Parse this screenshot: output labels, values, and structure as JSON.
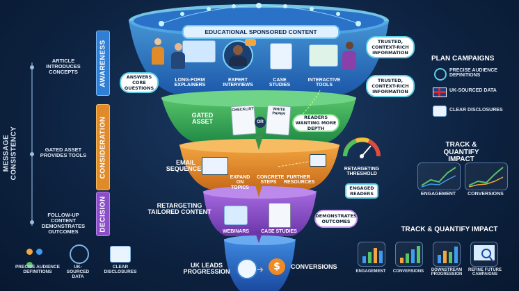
{
  "funnel": {
    "top_banner": "EDUCATIONAL SPONSORED CONTENT",
    "awareness_items": [
      "LONG-FORM EXPLAINERS",
      "EXPERT INTERVIEWS",
      "CASE STUDIES",
      "INTERACTIVE TOOLS"
    ],
    "consideration_title": "GATED ASSET",
    "consideration_items": [
      "CHECKLIST",
      "OR",
      "WHITE PAPER"
    ],
    "email_title": "EMAIL SEQUENCES",
    "email_items": [
      "EXPAND ON TOPICS",
      "CONCRETE STEPS",
      "FURTHER RESOURCES"
    ],
    "decision_title": "RETARGETING TAILORED CONTENT",
    "decision_items": [
      "WEBINARS",
      "CASE STUDIES"
    ],
    "bottom_title": "UK LEADS PROGRESSION",
    "bottom_result": "CONVERSIONS"
  },
  "bubbles": {
    "answers": "ANSWERS CORE QUESTIONS",
    "trusted1": "TRUSTED, CONTEXT-RICH INFORMATION",
    "trusted2": "TRUSTED, CONTEXT-RICH INFORMATION",
    "readers": "READERS WANTING MORE DEPTH",
    "engaged": "ENGAGED READERS",
    "demonstrates": "DEMONSTRATES OUTCOMES"
  },
  "retargeting_threshold": "RETARGETING THRESHOLD",
  "stages": [
    "AWARENESS",
    "CONSIDERATION",
    "DECISION"
  ],
  "left": {
    "vertical_label": "MESSAGE CONSISTENCY",
    "notes": [
      "ARTICLE INTRODUCES CONCEPTS",
      "GATED ASSET PROVIDES TOOLS",
      "FOLLOW-UP CONTENT DEMONSTRATES OUTCOMES"
    ],
    "bottom_icons": [
      "PRECISE AUDIENCE DEFINITIONS",
      "UK-SOURCED DATA",
      "CLEAR DISCLOSURES"
    ]
  },
  "right": {
    "plan_title": "PLAN CAMPAIGNS",
    "plan_items": [
      "PRECISE AUDIENCE DEFINITIONS",
      "UK-SOURCED DATA",
      "CLEAR DISCLOSURES"
    ],
    "track_title": "TRACK & QUANTIFY IMPACT",
    "track_charts": [
      "ENGAGEMENT",
      "CONVERSIONS"
    ],
    "track2_title": "TRACK & QUANTIFY IMPACT",
    "track2_items": [
      "ENGAGEMENT",
      "CONVERSIONS",
      "DOWNSTREAM PROGRESSION",
      "REFINE FUTURE CAMPAIGNS"
    ]
  },
  "colors": {
    "awareness": "#2f7fd6",
    "consideration": "#2fa35a",
    "email": "#e08a2a",
    "decision": "#8a4fc8",
    "bottom": "#2a6fd0"
  }
}
